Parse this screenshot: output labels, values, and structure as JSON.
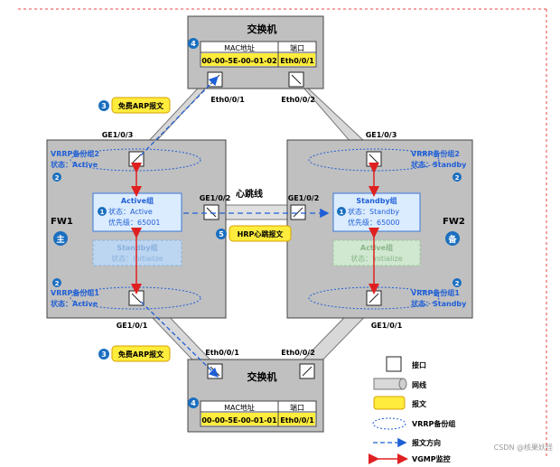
{
  "switch_top": {
    "title": "交换机",
    "col_mac": "MAC地址",
    "col_port": "端口",
    "mac": "00-00-5E-00-01-02",
    "port": "Eth0/0/1",
    "port_left": "Eth0/0/1",
    "port_right": "Eth0/0/2",
    "step": "4"
  },
  "switch_bottom": {
    "title": "交换机",
    "col_mac": "MAC地址",
    "col_port": "端口",
    "mac": "00-00-5E-00-01-01",
    "port": "Eth0/0/1",
    "port_left": "Eth0/0/1",
    "port_right": "Eth0/0/2",
    "step": "4"
  },
  "fw1": {
    "name": "FW1",
    "role": "主",
    "port_top": "GE1/0/3",
    "port_mid": "GE1/0/2",
    "port_bottom": "GE1/0/1",
    "vrrp_top": "VRRP备份组2",
    "vrrp_top_state": "状态：Active",
    "vrrp_top_step": "2",
    "vrrp_bottom": "VRRP备份组1",
    "vrrp_bottom_state": "状态：Active",
    "vrrp_bottom_step": "2",
    "active_group": {
      "title": "Active组",
      "step": "1",
      "state": "状态：Active",
      "priority": "优先级：65001"
    },
    "standby_group": {
      "title": "Standby组",
      "state": "状态：Initialize"
    }
  },
  "fw2": {
    "name": "FW2",
    "role": "备",
    "port_top": "GE1/0/3",
    "port_mid": "GE1/0/2",
    "port_bottom": "GE1/0/1",
    "vrrp_top": "VRRP备份组2",
    "vrrp_top_state": "状态：Standby",
    "vrrp_top_step": "2",
    "vrrp_bottom": "VRRP备份组1",
    "vrrp_bottom_state": "状态：Standby",
    "vrrp_bottom_step": "2",
    "standby_group": {
      "title": "Standby组",
      "step": "1",
      "state": "状态：Standby",
      "priority": "优先级：65000"
    },
    "active_group": {
      "title": "Active组",
      "state": "状态：Initialize"
    }
  },
  "heartbeat": {
    "label": "心跳线",
    "msg": "HRP心跳报文",
    "step": "5"
  },
  "arp_top": {
    "msg": "免费ARP报文",
    "step": "3"
  },
  "arp_bottom": {
    "msg": "免费ARP报文",
    "step": "3"
  },
  "legend": {
    "port": "接口",
    "cable": "网线",
    "message": "报文",
    "vrrp": "VRRP备份组",
    "direction": "报文方向",
    "vgmp": "VGMP监控"
  },
  "watermark": "CSDN @核果妖怪",
  "colors": {
    "panel": "#c0c0c0",
    "blue_text": "#1f5fd6",
    "yellow": "#ffec3d",
    "red": "#e02020",
    "step": "#1b6fbf"
  }
}
